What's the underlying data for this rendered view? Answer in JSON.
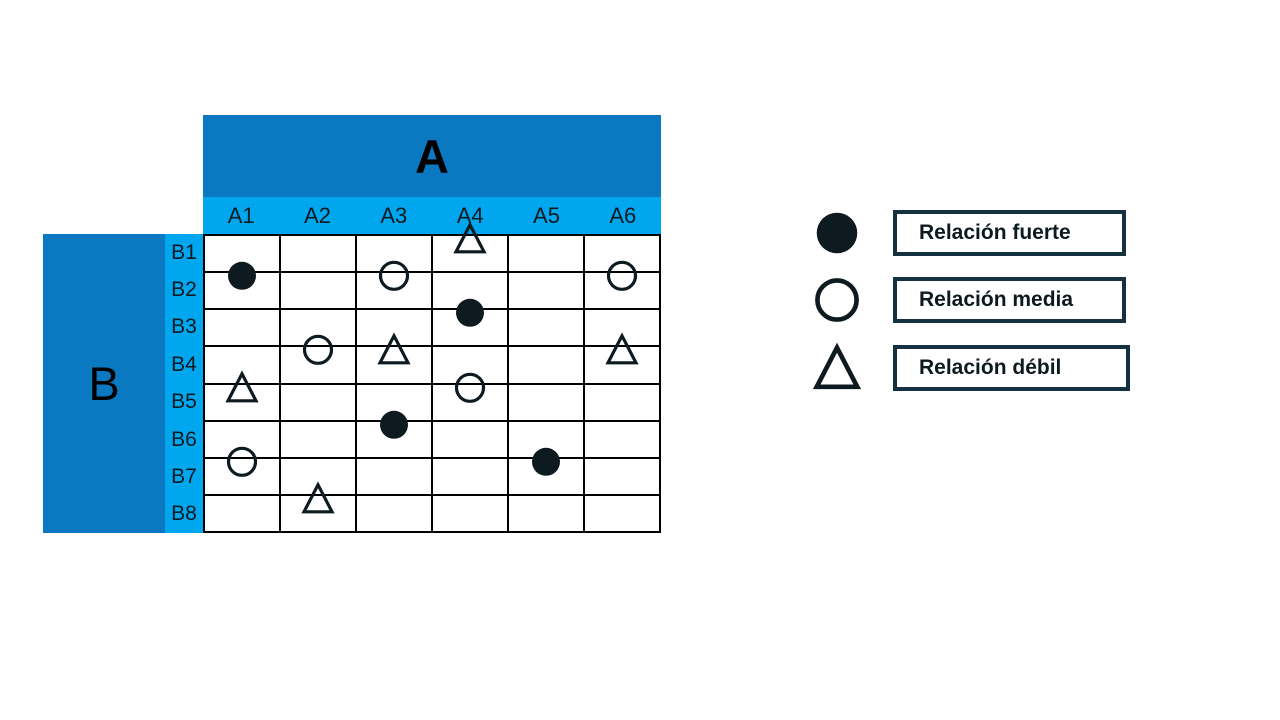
{
  "matrix": {
    "column_axis_title": "A",
    "row_axis_title": "B",
    "column_headers": [
      "A1",
      "A2",
      "A3",
      "A4",
      "A5",
      "A6"
    ],
    "row_headers": [
      "B1",
      "B2",
      "B3",
      "B4",
      "B5",
      "B6",
      "B7",
      "B8"
    ],
    "cells": [
      [
        "",
        "",
        "",
        "weak",
        "",
        ""
      ],
      [
        "strong",
        "",
        "medium",
        "",
        "",
        "medium"
      ],
      [
        "",
        "",
        "",
        "strong",
        "",
        ""
      ],
      [
        "",
        "medium",
        "weak",
        "",
        "",
        "weak"
      ],
      [
        "weak",
        "",
        "",
        "medium",
        "",
        ""
      ],
      [
        "",
        "",
        "strong",
        "",
        "",
        ""
      ],
      [
        "medium",
        "",
        "",
        "",
        "strong",
        ""
      ],
      [
        "",
        "weak",
        "",
        "",
        "",
        ""
      ]
    ]
  },
  "legend": {
    "items": [
      {
        "symbol": "strong",
        "symbol_name": "filled-circle-icon",
        "label": "Relación fuerte"
      },
      {
        "symbol": "medium",
        "symbol_name": "open-circle-icon",
        "label": "Relación media"
      },
      {
        "symbol": "weak",
        "symbol_name": "open-triangle-icon",
        "label": "Relación débil"
      }
    ]
  },
  "colors": {
    "header_dark_blue": "#0B78C2",
    "header_light_blue": "#00A6EE",
    "ink": "#0D1A20",
    "grid_line": "#000000",
    "legend_border": "#15313F",
    "background": "#FFFFFF"
  }
}
